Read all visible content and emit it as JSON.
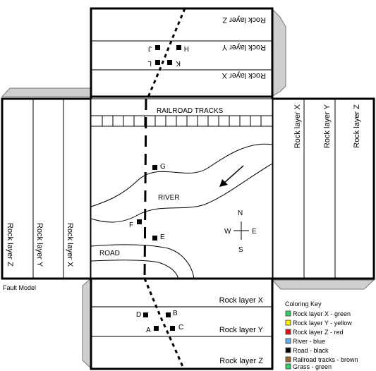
{
  "top_panel": {
    "layer_z": "Rock layer Z",
    "layer_y": "Rock layer Y",
    "layer_x": "Rock layer X",
    "points": [
      "J",
      "H",
      "L",
      "K"
    ]
  },
  "left_panel": {
    "layer_z": "Rock layer Z",
    "layer_y": "Rock layer Y",
    "layer_x": "Rock layer X"
  },
  "right_panel": {
    "layer_x": "Rock layer X",
    "layer_y": "Rock layer Y",
    "layer_z": "Rock layer Z"
  },
  "bottom_panel": {
    "layer_x": "Rock layer X",
    "layer_y": "Rock layer Y",
    "layer_z": "Rock layer Z",
    "points": [
      "D",
      "B",
      "A",
      "C"
    ]
  },
  "map": {
    "railroad_label": "RAILROAD TRACKS",
    "river_label": "RIVER",
    "road_label": "ROAD",
    "points": [
      "G",
      "F",
      "E"
    ],
    "compass": {
      "n": "N",
      "s": "S",
      "e": "E",
      "w": "W"
    }
  },
  "fault_model_label": "Fault Model",
  "coloring_key": {
    "title": "Coloring Key",
    "items": [
      {
        "label": "Rock layer X - green",
        "color": "#33cc66"
      },
      {
        "label": "Rock layer Y - yellow",
        "color": "#ffee00"
      },
      {
        "label": "Rock layer Z - red",
        "color": "#dd1111"
      },
      {
        "label": "River - blue",
        "color": "#66aaee"
      },
      {
        "label": "Road - black",
        "color": "#000000"
      },
      {
        "label": "Railroad tracks - brown",
        "color": "#996633"
      },
      {
        "label": "Grass - green",
        "color": "#33cc66"
      }
    ]
  }
}
